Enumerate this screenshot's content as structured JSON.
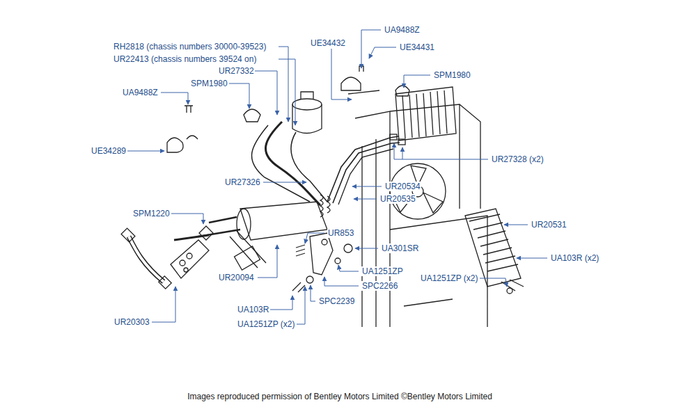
{
  "diagram": {
    "caption": "Images reproduced permission of Bentley Motors Limited ©Bentley Motors Limited",
    "labels": [
      "RH2818 (chassis numbers 30000-39523)",
      "UR22413 (chassis numbers 39524 on)",
      "UE34432",
      "UA9488Z",
      "UE34431",
      "UR27332",
      "SPM1980",
      "SPM1980",
      "UA9488Z",
      "UE34289",
      "UR27328 (x2)",
      "UR27326",
      "UR20534",
      "UR20535",
      "SPM1220",
      "UR853",
      "UR20531",
      "UA301SR",
      "UA103R (x2)",
      "UA1251ZP",
      "UA1251ZP (x2)",
      "UR20094",
      "SPC2266",
      "UA103R",
      "SPC2239",
      "UR20303",
      "UA1251ZP (x2)"
    ]
  }
}
